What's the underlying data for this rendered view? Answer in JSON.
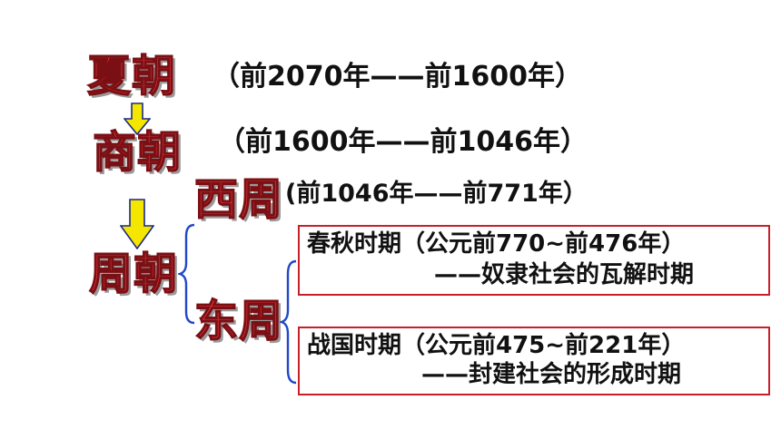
{
  "xia": {
    "name": "夏朝",
    "dates": "（前2070年——前1600年）"
  },
  "shang": {
    "name": "商朝",
    "dates": "（前1600年——前1046年）"
  },
  "zhou": {
    "name": "周朝"
  },
  "west_zhou": {
    "name": "西周",
    "dates": "(前1046年——前771年）"
  },
  "east_zhou": {
    "name": "东周"
  },
  "spring_autumn": {
    "line1": "春秋时期（公元前770~前476年）",
    "line2": "——奴隶社会的瓦解时期"
  },
  "warring_states": {
    "line1": "战国时期（公元前475~前221年）",
    "line2": "——封建社会的形成时期"
  },
  "colors": {
    "dynasty_red": "#e8343c",
    "arrow_yellow": "#f5e600",
    "brace_blue": "#2048c8",
    "box_red": "#c8202a"
  }
}
